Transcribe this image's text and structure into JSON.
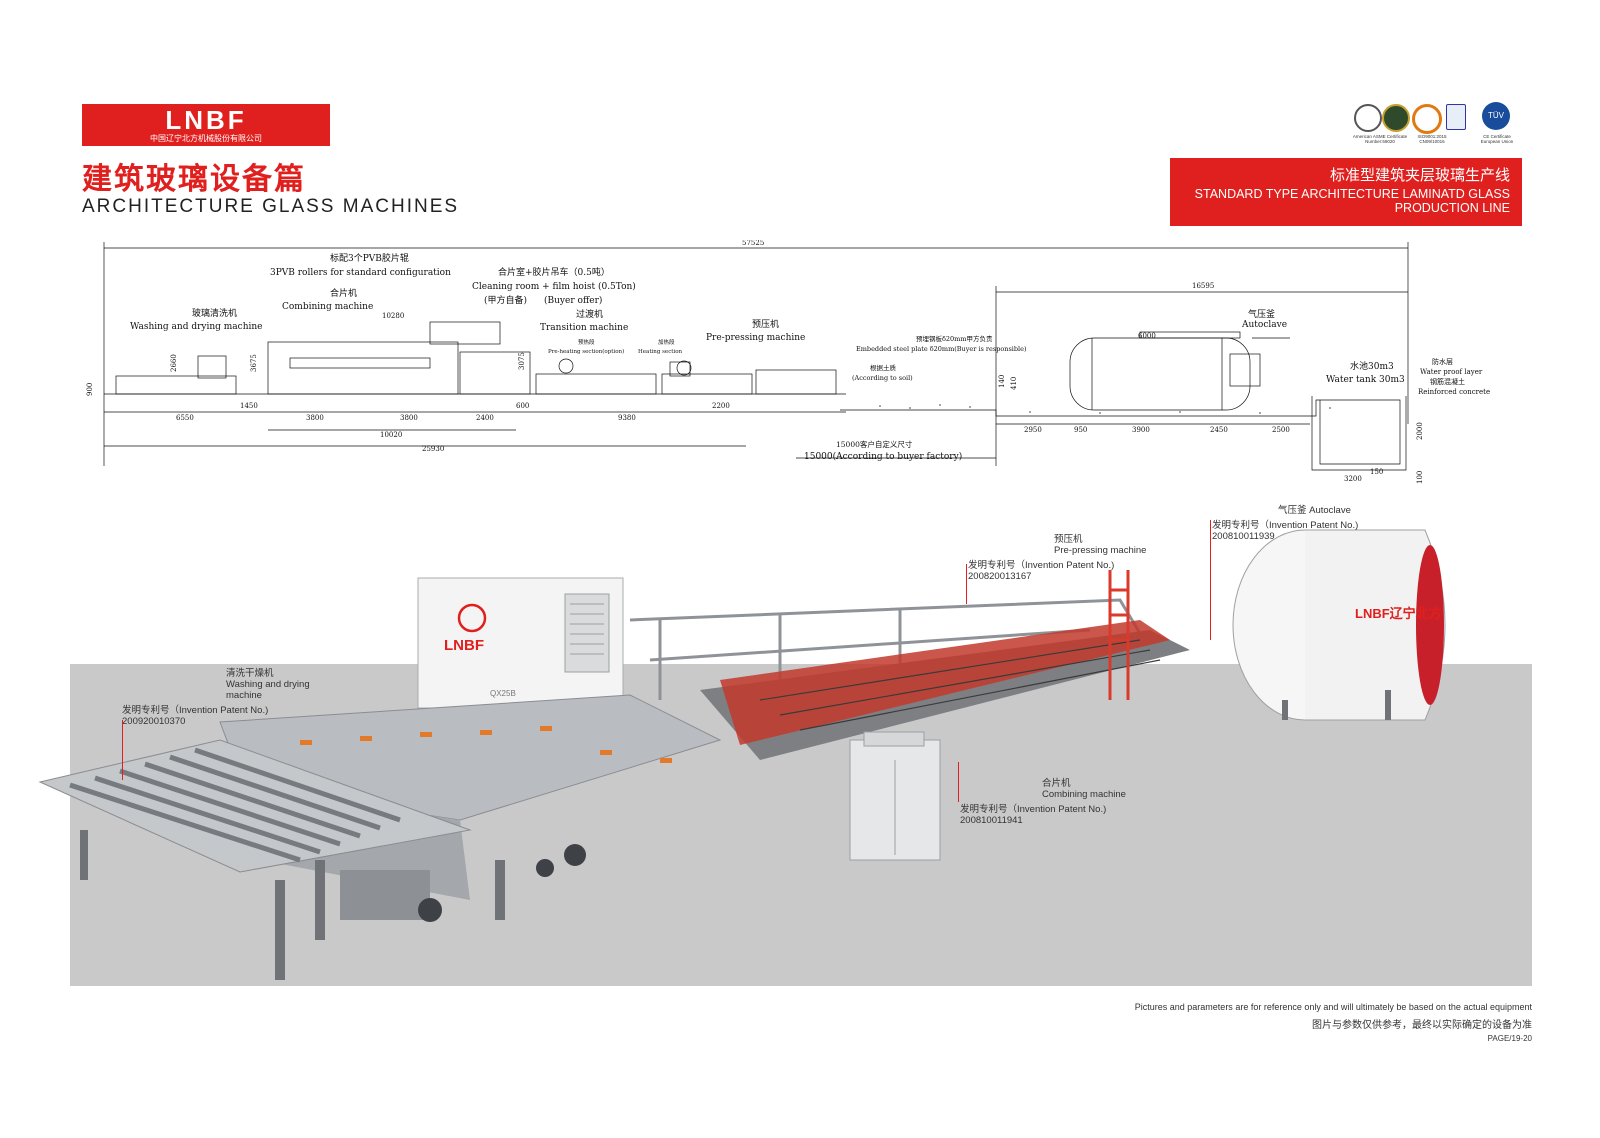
{
  "header": {
    "logo": "LNBF",
    "logo_subtitle": "中国辽宁北方机械股份有限公司",
    "title_cn": "建筑玻璃设备篇",
    "title_en": "ARCHITECTURE GLASS MACHINES"
  },
  "certifications": [
    {
      "name": "American ASME Certificate Number:59020",
      "icon": "asme-seal-icon"
    },
    {
      "name": "ISO9001:2015 CN09/10016",
      "icon": "sgs-seal-icon"
    },
    {
      "name": "",
      "icon": "ukas-seal-icon"
    },
    {
      "name": "CE Certificate European Union",
      "icon": "tuv-seal-icon"
    }
  ],
  "banner": {
    "cn": "标准型建筑夹层玻璃生产线",
    "en_line1": "STANDARD TYPE ARCHITECTURE LAMINATD GLASS",
    "en_line2": "PRODUCTION LINE"
  },
  "drawing": {
    "total_length": "57525",
    "labels": {
      "pvb_cn": "标配3个PVB胶片辊",
      "pvb_en": "3PVB rollers for standard configuration",
      "cleaning_cn": "合片室+胶片吊车（0.5吨）",
      "cleaning_en": "Cleaning room + film hoist (0.5Ton)",
      "buyer_cn": "(甲方自备)",
      "buyer_en": "(Buyer offer)",
      "combining_cn": "合片机",
      "combining_en": "Combining machine",
      "washing_cn": "玻璃清洗机",
      "washing_en": "Washing and drying machine",
      "transition_cn": "过渡机",
      "transition_en": "Transition machine",
      "preheat_cn": "预热段",
      "preheat_en": "Pre-heating section(option)",
      "heating_cn": "加热段",
      "heating_en": "Heating section",
      "prepress_cn": "预压机",
      "prepress_en": "Pre-pressing machine",
      "steel_cn": "预埋钢板δ20mm甲方负责",
      "steel_en": "Embedded steel plate δ20mm(Buyer is responsible)",
      "soil_cn": "根据土质",
      "soil_en": "(According to soil)",
      "autoclave_cn": "气压釜",
      "autoclave_en": "Autoclave",
      "water_cn": "水池30m3",
      "water_en": "Water tank 30m3",
      "waterproof_cn": "防水层",
      "waterproof_en": "Water proof layer",
      "concrete_cn": "钢筋混凝土",
      "concrete_en": "Reinforced concrete",
      "factory_cn": "15000客户自定义尺寸",
      "factory_en": "15000(According to buyer factory)"
    },
    "dims": {
      "d10280": "10280",
      "d2660": "2660",
      "d3675": "3675",
      "d3075": "3075",
      "d900": "900",
      "d6550": "6550",
      "d1450": "1450",
      "d3800a": "3800",
      "d3800b": "3800",
      "d2400": "2400",
      "d600": "600",
      "d9380": "9380",
      "d2200": "2200",
      "d10020": "10020",
      "d25930": "25930",
      "d16595": "16595",
      "d6000": "6000",
      "d140": "140",
      "d410": "410",
      "d2950": "2950",
      "d950": "950",
      "d3900": "3900",
      "d2450": "2450",
      "d2500": "2500",
      "d3200": "3200",
      "d150": "150",
      "d2000": "2000",
      "d100": "100"
    }
  },
  "callouts": {
    "washer": {
      "cn": "清洗干燥机",
      "en": "Washing and drying machine",
      "patent_label": "发明专利号（Invention Patent No.)",
      "patent_no": "200920010370"
    },
    "prepress": {
      "cn": "预压机",
      "en": "Pre-pressing machine",
      "patent_label": "发明专利号（Invention Patent No.)",
      "patent_no": "200820013167"
    },
    "autoclave": {
      "cn": "气压釜 Autoclave",
      "patent_label": "发明专利号（Invention Patent No.)",
      "patent_no": "200810011939"
    },
    "combining": {
      "cn": "合片机",
      "en": "Combining machine",
      "patent_label": "发明专利号（Invention Patent No.)",
      "patent_no": "200810011941"
    }
  },
  "machine_marks": {
    "washer_brand": "LNBF",
    "washer_model": "QX25B",
    "autoclave_brand": "LNBF辽宁北方"
  },
  "footer": {
    "note_en": "Pictures and parameters are for reference only and will ultimately be based on the actual equipment",
    "note_cn": "图片与参数仅供参考，最终以实际确定的设备为准",
    "page": "PAGE/19-20"
  },
  "colors": {
    "brand_red": "#e0201e",
    "photo_bg": "#c9c9c9",
    "steel": "#b9bcc0"
  }
}
